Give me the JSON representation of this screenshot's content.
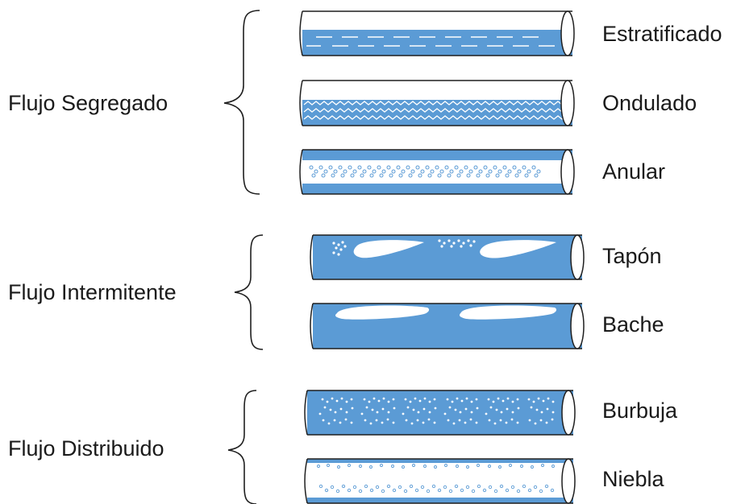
{
  "groups": [
    {
      "label": "Flujo Segregado",
      "patterns": [
        {
          "label": "Estratificado",
          "icon": "stratified-pipe-icon"
        },
        {
          "label": "Ondulado",
          "icon": "wavy-pipe-icon"
        },
        {
          "label": "Anular",
          "icon": "annular-pipe-icon"
        }
      ]
    },
    {
      "label": "Flujo Intermitente",
      "patterns": [
        {
          "label": "Tapón",
          "icon": "plug-pipe-icon"
        },
        {
          "label": "Bache",
          "icon": "slug-pipe-icon"
        }
      ]
    },
    {
      "label": "Flujo Distribuido",
      "patterns": [
        {
          "label": "Burbuja",
          "icon": "bubble-pipe-icon"
        },
        {
          "label": "Niebla",
          "icon": "mist-pipe-icon"
        }
      ]
    }
  ],
  "colors": {
    "liquid": "#5b9bd5",
    "outline": "#1f1f1f",
    "gas": "#ffffff",
    "text": "#1a1a1a"
  }
}
